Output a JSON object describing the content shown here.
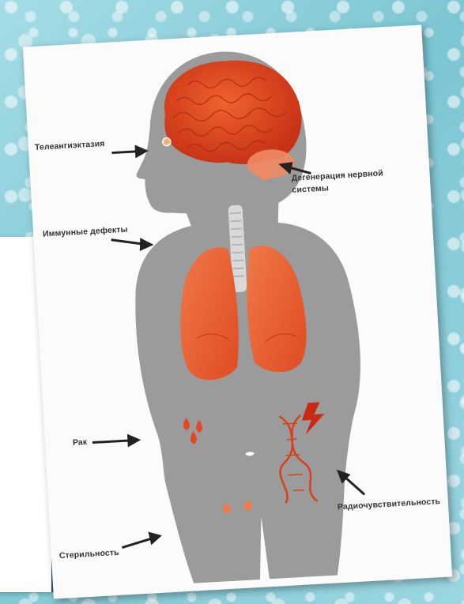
{
  "labels": {
    "telangiectasia": "Телеангиэктазия",
    "neuro_line1": "Дегенерация нервной",
    "neuro_line2": "системы",
    "immune": "Иммунные дефекты",
    "cancer": "Рак",
    "radiosensitivity": "Радиочувствительность",
    "sterility": "Стерильность"
  },
  "colors": {
    "silhouette": "#9b9b9b",
    "organ": "#e8542b",
    "brain": "#d9401f",
    "card": "#fbfbfb"
  },
  "icons": [
    "brain-icon",
    "lungs-icon",
    "dna-icon",
    "lightning-icon",
    "droplets-icon",
    "trachea-icon"
  ]
}
